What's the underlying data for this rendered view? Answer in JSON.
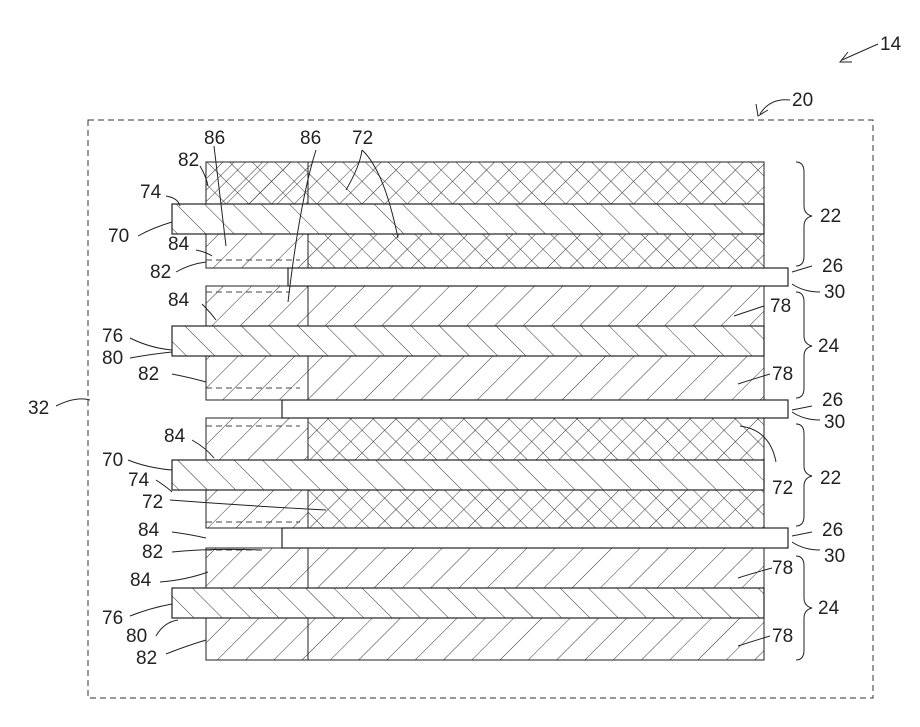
{
  "figure": {
    "labels": {
      "l14": "14",
      "l20": "20",
      "l32": "32",
      "l86a": "86",
      "l82a": "82",
      "l74a": "74",
      "l70a": "70",
      "l84a": "84",
      "l82b": "82",
      "l84b": "84",
      "l86b": "86",
      "l72a": "72",
      "l22a": "22",
      "l26a": "26",
      "l30a": "30",
      "l78a": "78",
      "l76a": "76",
      "l80a": "80",
      "l82c": "82",
      "l24a": "24",
      "l78b": "78",
      "l26b": "26",
      "l30b": "30",
      "l84c": "84",
      "l70b": "70",
      "l74b": "74",
      "l72b": "72",
      "l72c": "72",
      "l22b": "22",
      "l84d": "84",
      "l82d": "82",
      "l26c": "26",
      "l30c": "30",
      "l84e": "84",
      "l78c": "78",
      "l76b": "76",
      "l80b": "80",
      "l24b": "24",
      "l82e": "82",
      "l78d": "78"
    }
  }
}
